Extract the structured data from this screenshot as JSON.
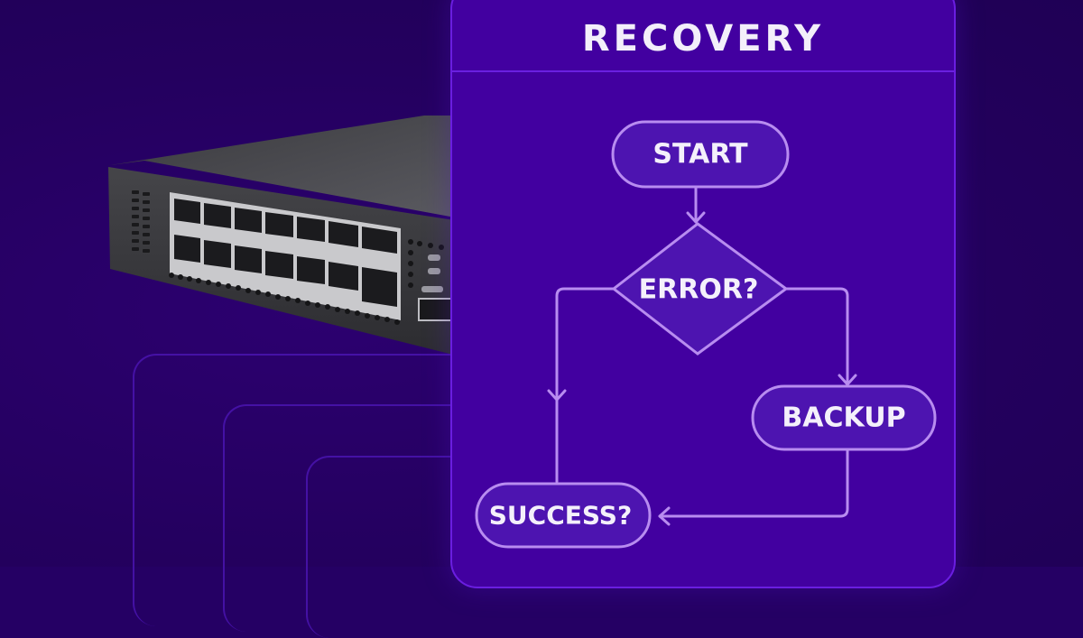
{
  "panel": {
    "title": "RECOVERY"
  },
  "flowchart": {
    "nodes": {
      "start": "START",
      "error": "ERROR?",
      "backup": "BACKUP",
      "success": "SUCCESS?"
    },
    "edges": [
      {
        "from": "START",
        "to": "ERROR?"
      },
      {
        "from": "ERROR?",
        "to": "SUCCESS?",
        "branch": "left"
      },
      {
        "from": "ERROR?",
        "to": "BACKUP",
        "branch": "right"
      },
      {
        "from": "BACKUP",
        "to": "SUCCESS?"
      }
    ]
  },
  "device": {
    "name": "network-switch",
    "rj45_ports": 14
  },
  "colors": {
    "background": "#250064",
    "panel": "#4200a0",
    "panel_border": "#6a1ee0",
    "line": "#b88cf0",
    "node_fill": "#4d14b0",
    "text": "#f4f0fb"
  }
}
